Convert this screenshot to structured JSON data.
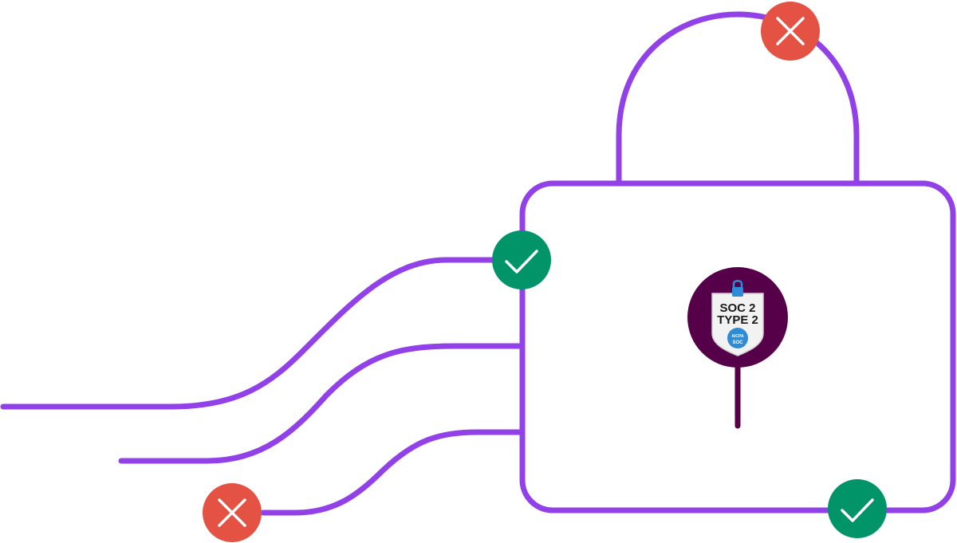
{
  "colors": {
    "background": "#ffffff",
    "line": "#9241e8",
    "keyhole": "#550049",
    "success": "#009468",
    "error": "#e45244",
    "badge_shield": "#f2f2f2",
    "badge_accent": "#2e8bd6",
    "badge_text": "#1a1a1a"
  },
  "badge": {
    "line1": "SOC 2",
    "line2": "TYPE 2",
    "seal_top": "AICPA",
    "seal_bottom": "SOC"
  },
  "markers": [
    {
      "id": "shackle-top",
      "status": "error",
      "icon": "close-icon"
    },
    {
      "id": "body-left-top",
      "status": "success",
      "icon": "check-icon"
    },
    {
      "id": "wire-bottom-end",
      "status": "error",
      "icon": "close-icon"
    },
    {
      "id": "body-bottom-right",
      "status": "success",
      "icon": "check-icon"
    }
  ]
}
